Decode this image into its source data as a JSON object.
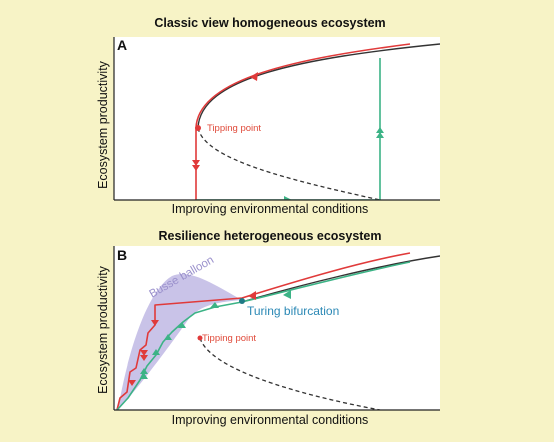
{
  "panel_a": {
    "title": "Classic view homogeneous ecosystem",
    "label": "A",
    "y_axis": "Ecosystem productivity",
    "x_axis": "Improving environmental conditions",
    "annotation_tipping": "Tipping point"
  },
  "panel_b": {
    "title": "Resilience heterogeneous ecosystem",
    "label": "B",
    "y_axis": "Ecosystem productivity",
    "x_axis": "Improving environmental conditions",
    "annotation_tipping": "Tipping point",
    "annotation_turing": "Turing bifurcation",
    "annotation_busse": "Busse balloon"
  },
  "colors": {
    "background": "#f7f3c6",
    "panel": "#ffffff",
    "equilibrium": "#333333",
    "degradation_path": "#e03a3a",
    "recovery_path": "#3cb386",
    "busse_balloon": "#c3bde6",
    "turing_text": "#2a88b5",
    "tipping_text": "#e04a3a"
  }
}
